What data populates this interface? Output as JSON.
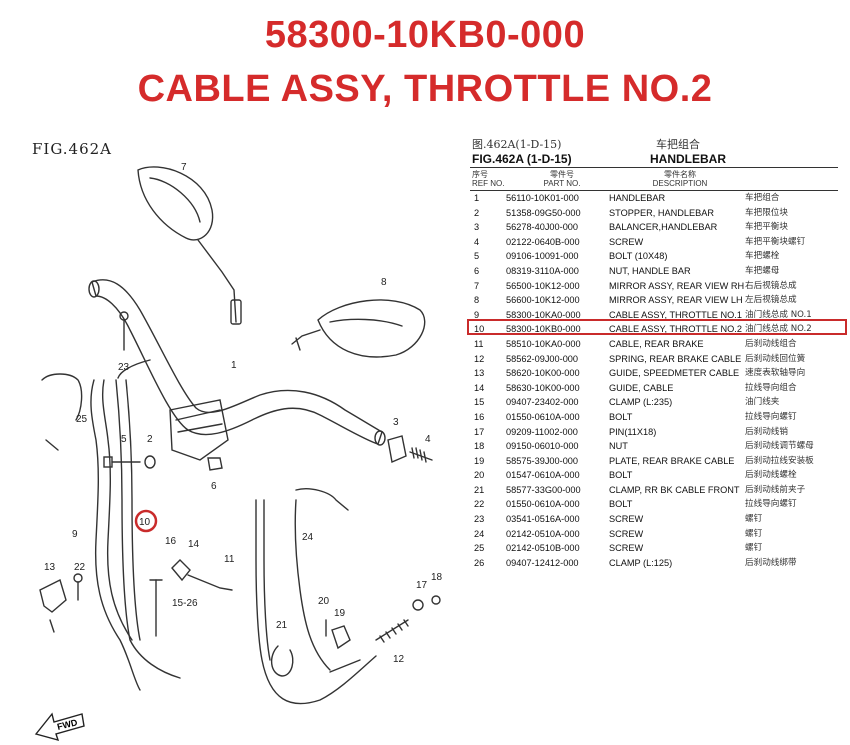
{
  "title": {
    "part_number": "58300-10KB0-000",
    "part_name": "CABLE ASSY, THROTTLE NO.2"
  },
  "diagram": {
    "fig_label": "FIG.462A",
    "callouts": [
      "7",
      "8",
      "23",
      "1",
      "25",
      "3",
      "4",
      "5",
      "2",
      "6",
      "9",
      "10",
      "24",
      "11",
      "16",
      "14",
      "13",
      "22",
      "15-26",
      "20",
      "19",
      "21",
      "17",
      "18",
      "12"
    ],
    "highlighted_callout": "10",
    "fwd_label": "FWD"
  },
  "colors": {
    "title_red": "#d52b2b",
    "highlight_red": "#c92b2b"
  },
  "table": {
    "cn_figure": "图.462A(1-D-15)",
    "cn_group": "车把组合",
    "figure": "FIG.462A (1-D-15)",
    "group": "HANDLEBAR",
    "col_ref_cn": "序号",
    "col_ref": "REF NO.",
    "col_part_cn": "零件号",
    "col_part": "PART NO.",
    "col_desc_cn": "零件名称",
    "col_desc": "DESCRIPTION",
    "highlighted_ref": "10",
    "rows": [
      {
        "ref": "1",
        "part": "56110-10K01-000",
        "desc": "HANDLEBAR",
        "cn": "车把组合"
      },
      {
        "ref": "2",
        "part": "51358-09G50-000",
        "desc": "STOPPER, HANDLEBAR",
        "cn": "车把限位块"
      },
      {
        "ref": "3",
        "part": "56278-40J00-000",
        "desc": "BALANCER,HANDLEBAR",
        "cn": "车把平衡块"
      },
      {
        "ref": "4",
        "part": "02122-0640B-000",
        "desc": "SCREW",
        "cn": "车把平衡块螺钉"
      },
      {
        "ref": "5",
        "part": "09106-10091-000",
        "desc": "BOLT (10X48)",
        "cn": "车把螺栓"
      },
      {
        "ref": "6",
        "part": "08319-3110A-000",
        "desc": "NUT, HANDLE BAR",
        "cn": "车把螺母"
      },
      {
        "ref": "7",
        "part": "56500-10K12-000",
        "desc": "MIRROR ASSY, REAR VIEW RH",
        "cn": "右后视镜总成"
      },
      {
        "ref": "8",
        "part": "56600-10K12-000",
        "desc": "MIRROR ASSY, REAR VIEW LH",
        "cn": "左后视镜总成"
      },
      {
        "ref": "9",
        "part": "58300-10KA0-000",
        "desc": "CABLE ASSY, THROTTLE NO.1",
        "cn": "油门线总成 NO.1"
      },
      {
        "ref": "10",
        "part": "58300-10KB0-000",
        "desc": "CABLE ASSY, THROTTLE NO.2",
        "cn": "油门线总成 NO.2"
      },
      {
        "ref": "11",
        "part": "58510-10KA0-000",
        "desc": "CABLE, REAR BRAKE",
        "cn": "后刹动线组合"
      },
      {
        "ref": "12",
        "part": "58562-09J00-000",
        "desc": "SPRING, REAR BRAKE CABLE",
        "cn": "后刹动线回位簧"
      },
      {
        "ref": "13",
        "part": "58620-10K00-000",
        "desc": "GUIDE, SPEEDMETER CABLE",
        "cn": "速度表软轴导向"
      },
      {
        "ref": "14",
        "part": "58630-10K00-000",
        "desc": "GUIDE, CABLE",
        "cn": "拉线导向组合"
      },
      {
        "ref": "15",
        "part": "09407-23402-000",
        "desc": "CLAMP (L:235)",
        "cn": "油门线夹"
      },
      {
        "ref": "16",
        "part": "01550-0610A-000",
        "desc": "BOLT",
        "cn": "拉线导向螺钉"
      },
      {
        "ref": "17",
        "part": "09209-11002-000",
        "desc": "PIN(11X18)",
        "cn": "后刹动线销"
      },
      {
        "ref": "18",
        "part": "09150-06010-000",
        "desc": "NUT",
        "cn": "后刹动线调节螺母"
      },
      {
        "ref": "19",
        "part": "58575-39J00-000",
        "desc": "PLATE, REAR BRAKE CABLE",
        "cn": "后刹动拉线安装板"
      },
      {
        "ref": "20",
        "part": "01547-0610A-000",
        "desc": "BOLT",
        "cn": "后刹动线螺栓"
      },
      {
        "ref": "21",
        "part": "58577-33G00-000",
        "desc": "CLAMP, RR BK CABLE FRONT",
        "cn": "后刹动线前夹子"
      },
      {
        "ref": "22",
        "part": "01550-0610A-000",
        "desc": "BOLT",
        "cn": "拉线导向螺钉"
      },
      {
        "ref": "23",
        "part": "03541-0516A-000",
        "desc": "SCREW",
        "cn": "螺钉"
      },
      {
        "ref": "24",
        "part": "02142-0510A-000",
        "desc": "SCREW",
        "cn": "螺钉"
      },
      {
        "ref": "25",
        "part": "02142-0510B-000",
        "desc": "SCREW",
        "cn": "螺钉"
      },
      {
        "ref": "26",
        "part": "09407-12412-000",
        "desc": "CLAMP (L:125)",
        "cn": "后刹动线绑带"
      }
    ]
  }
}
